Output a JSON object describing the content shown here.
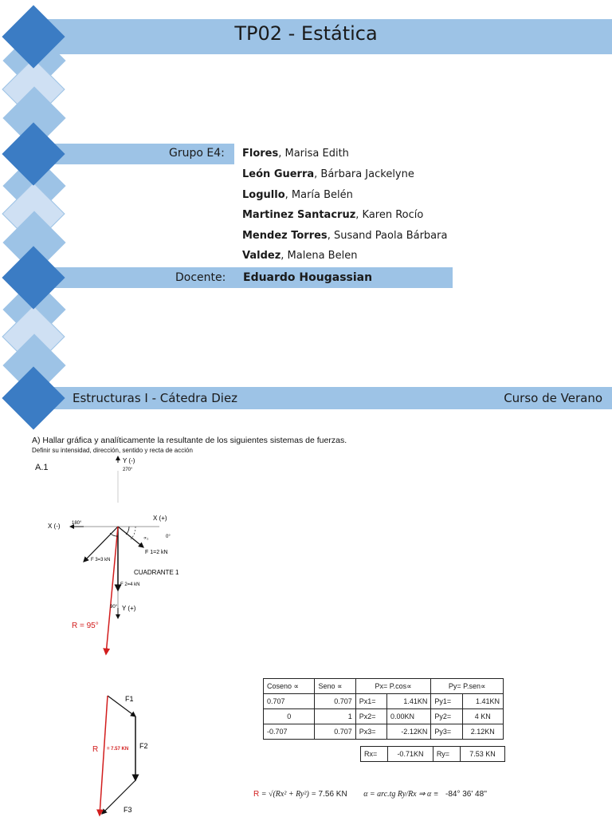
{
  "header": {
    "title": "TP02 - Estática"
  },
  "group": {
    "label": "Grupo E4:",
    "members": [
      {
        "last": "Flores",
        "first": ", Marisa Edith"
      },
      {
        "last": "León Guerra",
        "first": ", Bárbara Jackelyne"
      },
      {
        "last": "Logullo",
        "first": ", María Belén"
      },
      {
        "last": "Martinez Santacruz",
        "first": ", Karen Rocío"
      },
      {
        "last": "Mendez Torres",
        "first": ", Susand Paola Bárbara"
      },
      {
        "last": "Valdez",
        "first": ", Malena Belen"
      }
    ]
  },
  "teacher": {
    "label": "Docente:",
    "name": "Eduardo Hougassian"
  },
  "footer": {
    "left": "Estructuras I - Cátedra Diez",
    "right": "Curso de Verano"
  },
  "problem": {
    "heading": "A) Hallar gráfica y analíticamente la resultante de los siguientes sistemas de fuerzas.",
    "sub": "Definir su intensidad, dirección, sentido y recta de acción",
    "section": "A.1",
    "diagram": {
      "y_neg": "Y (-)",
      "y_neg_angle": "270°",
      "x_neg": "X (-)",
      "x_neg_angle": "180°",
      "x_pos": "X (+)",
      "x_pos_angle": "0°",
      "alpha1": "∝₁",
      "f1": "F 1=2 kN",
      "f3": "F 3=3 kN",
      "f2": "F 2=4 kN",
      "quadrant": "CUADRANTE 1",
      "y_pos_angle": "90°",
      "y_pos": "Y (+)",
      "resultant": "R = 95°"
    },
    "polygon": {
      "f1": "F1",
      "f2": "F2",
      "f3": "F3",
      "r": "R",
      "r_value": "= 7.57 KN"
    },
    "table": {
      "headers": [
        "Coseno ∝",
        "Seno ∝",
        "Px= P.cos∝",
        "Py= P.sen∝"
      ],
      "rows": [
        [
          "0.707",
          "0.707",
          "Px1=",
          "1.41KN",
          "Py1=",
          "1.41KN"
        ],
        [
          "0",
          "1",
          "Px2=",
          "0.00KN",
          "Py2=",
          "4 KN"
        ],
        [
          "-0.707",
          "0.707",
          "Px3=",
          "-2.12KN",
          "Py3=",
          "2.12KN"
        ]
      ],
      "totals": [
        "Rx=",
        "-0.71KN",
        "Ry=",
        "7.53 KN"
      ]
    },
    "formula": {
      "r_label": "R",
      "r_expr": "= √(Rx² + Ry²) =",
      "r_value": "7.56 KN",
      "alpha_expr": "α = arc.tg Ry/Rx ⇒ α ≡",
      "alpha_value": "-84° 36' 48''"
    }
  }
}
